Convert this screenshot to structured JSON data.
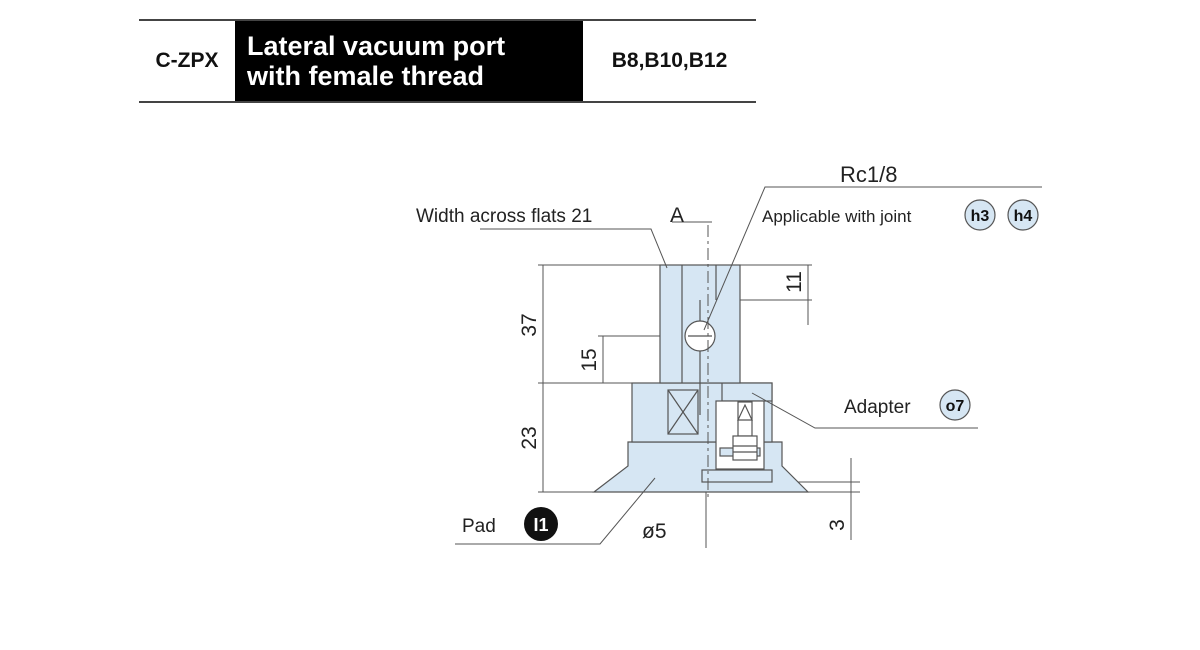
{
  "header": {
    "code": "C-ZPX",
    "title_line1": "Lateral vacuum port",
    "title_line2": "with female thread",
    "sizes": "B8,B10,B12"
  },
  "drawing": {
    "thread_label": "Rc1/8",
    "flats_label": "Width across flats 21",
    "view_label": "A",
    "joint_label": "Applicable with joint",
    "joint_badges": [
      "h3",
      "h4"
    ],
    "adapter_label": "Adapter",
    "adapter_badge": "o7",
    "pad_label": "Pad",
    "pad_badge": "I1",
    "diameter_label": "ø5",
    "dimensions": {
      "upper_height": "37",
      "lower_height": "23",
      "port_height": "15",
      "thread_depth": "11",
      "lip_height": "3"
    }
  },
  "colors": {
    "part_fill": "#d6e6f3",
    "badge_fill": "#d6e6f3",
    "line": "#555555",
    "header_bg": "#000000"
  }
}
